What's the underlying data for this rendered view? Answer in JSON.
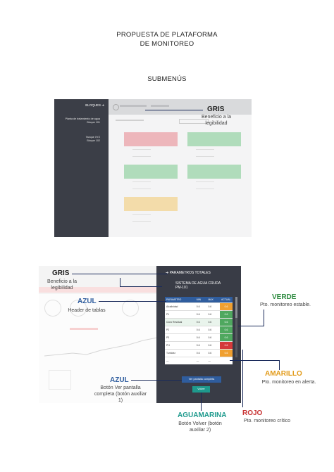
{
  "doc": {
    "title_line1": "PROPUESTA DE PLATAFORMA",
    "title_line2": "DE MONITOREO",
    "section_title": "SUBMENÚS"
  },
  "mockup1": {
    "sidebar_header": "BLOQUES ➔",
    "sidebar_items": [
      {
        "line1": "Planta de tratamiento de agua",
        "line2": "Bloque 101"
      },
      {
        "line1": "Tanque XYZ",
        "line2": "Bloque 102"
      }
    ]
  },
  "mockup2": {
    "panel_header": "PARAMETROS TOTALES",
    "system_line1": "SISTEMA DE AGUA CRUDA",
    "system_line2": "PM-101",
    "table_headers": [
      "PARAMETRO",
      "MIN",
      "MAX",
      "ACTUAL"
    ],
    "rows": [
      {
        "param": "Alcalinidad",
        "min": "0.6",
        "max": "0.6",
        "actual": "0.6",
        "status": "warn"
      },
      {
        "param": "P1",
        "min": "0.6",
        "max": "0.6",
        "actual": "0.6",
        "status": "ok"
      },
      {
        "param": "Cloro Residual",
        "min": "0.6",
        "max": "0.6",
        "actual": "0.6",
        "status": "ok"
      },
      {
        "param": "P2",
        "min": "0.6",
        "max": "0.6",
        "actual": "0.6",
        "status": "ok"
      },
      {
        "param": "P3",
        "min": "0.6",
        "max": "0.6",
        "actual": "0.6",
        "status": "ok"
      },
      {
        "param": "PH",
        "min": "0.6",
        "max": "0.6",
        "actual": "0.6",
        "status": "crit"
      },
      {
        "param": "Turbidez",
        "min": "0.6",
        "max": "0.6",
        "actual": "0.6",
        "status": "warn"
      },
      {
        "param": "—",
        "min": "—",
        "max": "—",
        "actual": "",
        "status": "none"
      }
    ],
    "btn_full": "Ver pantalla completa",
    "btn_volver": "Volver"
  },
  "annotations": {
    "gris1_label": "GRIS",
    "gris1_desc": "Beneficio a la legibilidad",
    "gris2_label": "GRIS",
    "gris2_desc": "Beneficio a la legibilidad",
    "azul1_label": "AZUL",
    "azul1_desc": "Header de tablas",
    "azul2_label": "AZUL",
    "azul2_desc": "Botón Ver pantalla completa (botón auxiliar 1)",
    "verde_label": "VERDE",
    "verde_desc": "Pto. monitoreo estable.",
    "amarillo_label": "AMARILLO",
    "amarillo_desc": "Pto. monitoreo en alerta.",
    "rojo_label": "ROJO",
    "rojo_desc": "Pto. monitoreo crítico",
    "aguamarina_label": "AGUAMARINA",
    "aguamarina_desc": "Botón Volver (botón auxiliar 2)"
  },
  "colors": {
    "gris": "#3b3e47",
    "azul": "#2f5d9e",
    "verde": "#4fa85f",
    "amarillo": "#f0a030",
    "rojo": "#d43a3a",
    "aguamarina": "#1e9a8d"
  }
}
